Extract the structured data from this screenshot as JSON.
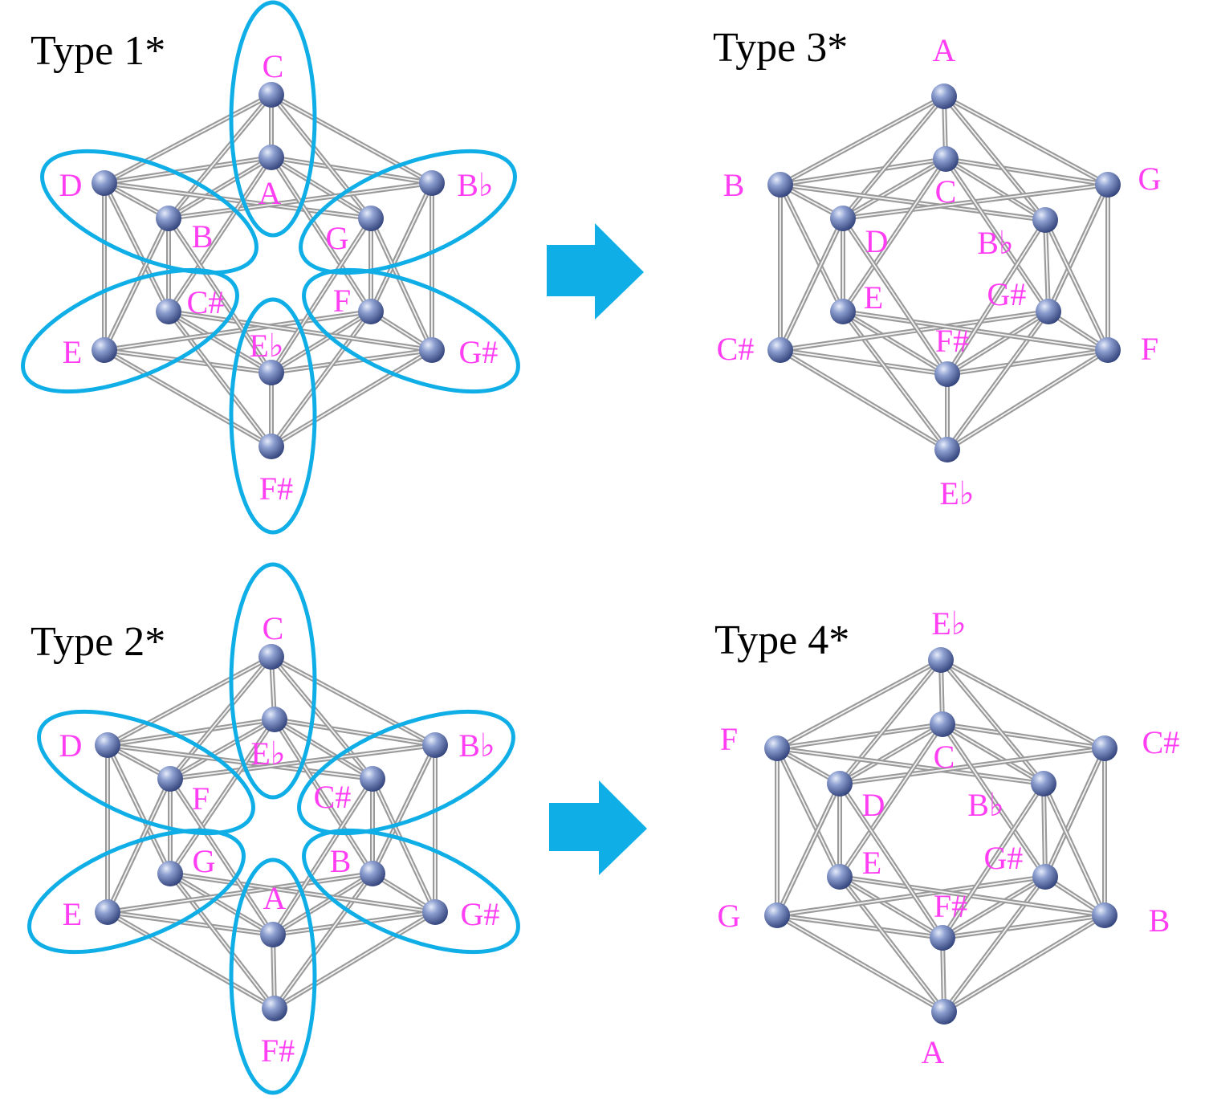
{
  "colors": {
    "label": "#ff3df2",
    "oval": "#10aee6",
    "arrow": "#10aee6",
    "node_light": "#c9d3ee",
    "node_mid": "#7d8fc4",
    "node_dark": "#2f3f78"
  },
  "panels": [
    {
      "title": "Type 1*",
      "labels": [
        "C",
        "D",
        "B♭",
        "E",
        "G#",
        "F#",
        "A",
        "B",
        "G",
        "C#",
        "F",
        "E♭"
      ],
      "ovals": true
    },
    {
      "title": "Type 2*",
      "labels": [
        "C",
        "D",
        "B♭",
        "E",
        "G#",
        "F#",
        "E♭",
        "F",
        "C#",
        "G",
        "B",
        "A"
      ],
      "ovals": true
    },
    {
      "title": "Type 3*",
      "labels": [
        "A",
        "B",
        "G",
        "C#",
        "F",
        "E♭",
        "C",
        "D",
        "B♭",
        "E",
        "G#",
        "F#"
      ],
      "ovals": false
    },
    {
      "title": "Type 4*",
      "labels": [
        "E♭",
        "F",
        "C#",
        "G",
        "B",
        "A",
        "C",
        "D",
        "B♭",
        "E",
        "G#",
        "F#"
      ],
      "ovals": false
    }
  ],
  "arrows": [
    {
      "name": "arrow-type1-to-type3"
    },
    {
      "name": "arrow-type2-to-type4"
    }
  ]
}
